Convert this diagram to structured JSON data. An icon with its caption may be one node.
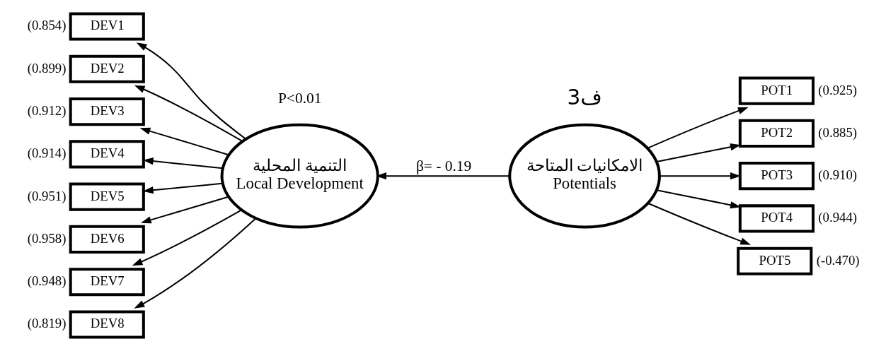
{
  "diagram": {
    "nodes": [
      {
        "text": [
          "DEV1"
        ],
        "beside": [
          "(0.854)"
        ]
      },
      {
        "text": [
          "DEV2"
        ],
        "beside": [
          "(0.899)"
        ]
      },
      {
        "text": [
          "DEV3"
        ],
        "beside": [
          "(0.912)"
        ]
      },
      {
        "text": [
          "DEV4"
        ],
        "beside": [
          "(0.914)"
        ]
      },
      {
        "text": [
          "DEV5"
        ],
        "beside": [
          "(0.951)"
        ]
      },
      {
        "text": [
          "DEV6"
        ],
        "beside": [
          "(0.958)"
        ]
      },
      {
        "text": [
          "DEV7"
        ],
        "beside": [
          "(0.948)"
        ]
      },
      {
        "text": [
          "DEV8"
        ],
        "beside": [
          "(0.819)"
        ]
      },
      {
        "text": [
          "التنمية المحلية",
          "Local Development"
        ]
      },
      {
        "text": [
          "الامكانيات المتاحة",
          "Potentials"
        ]
      },
      {
        "text": [
          "POT1"
        ],
        "beside": [
          "(0.925)"
        ]
      },
      {
        "text": [
          "POT2"
        ],
        "beside": [
          "(0.885)"
        ]
      },
      {
        "text": [
          "POT3"
        ],
        "beside": [
          "(0.910)"
        ]
      },
      {
        "text": [
          "POT4"
        ],
        "beside": [
          "(0.944)"
        ]
      },
      {
        "text": [
          "POT5"
        ],
        "beside": [
          "(-0.470)"
        ]
      }
    ],
    "edges": [
      {
        "from": 8,
        "to": 0,
        "arrow": "to"
      },
      {
        "from": 8,
        "to": 1,
        "arrow": "to"
      },
      {
        "from": 8,
        "to": 2,
        "arrow": "to"
      },
      {
        "from": 8,
        "to": 3,
        "arrow": "to"
      },
      {
        "from": 8,
        "to": 4,
        "arrow": "to"
      },
      {
        "from": 8,
        "to": 5,
        "arrow": "to"
      },
      {
        "from": 8,
        "to": 6,
        "arrow": "to"
      },
      {
        "from": 8,
        "to": 7,
        "arrow": "to"
      },
      {
        "from": 9,
        "to": 8,
        "arrow": "to",
        "label": "β= - 0.19"
      },
      {
        "from": 9,
        "to": 10,
        "arrow": "to"
      },
      {
        "from": 9,
        "to": 11,
        "arrow": "to"
      },
      {
        "from": 9,
        "to": 12,
        "arrow": "to"
      },
      {
        "from": 9,
        "to": 13,
        "arrow": "to"
      },
      {
        "from": 9,
        "to": 14,
        "arrow": "to"
      }
    ],
    "labels": [
      "ف3",
      "P<0.01"
    ]
  }
}
